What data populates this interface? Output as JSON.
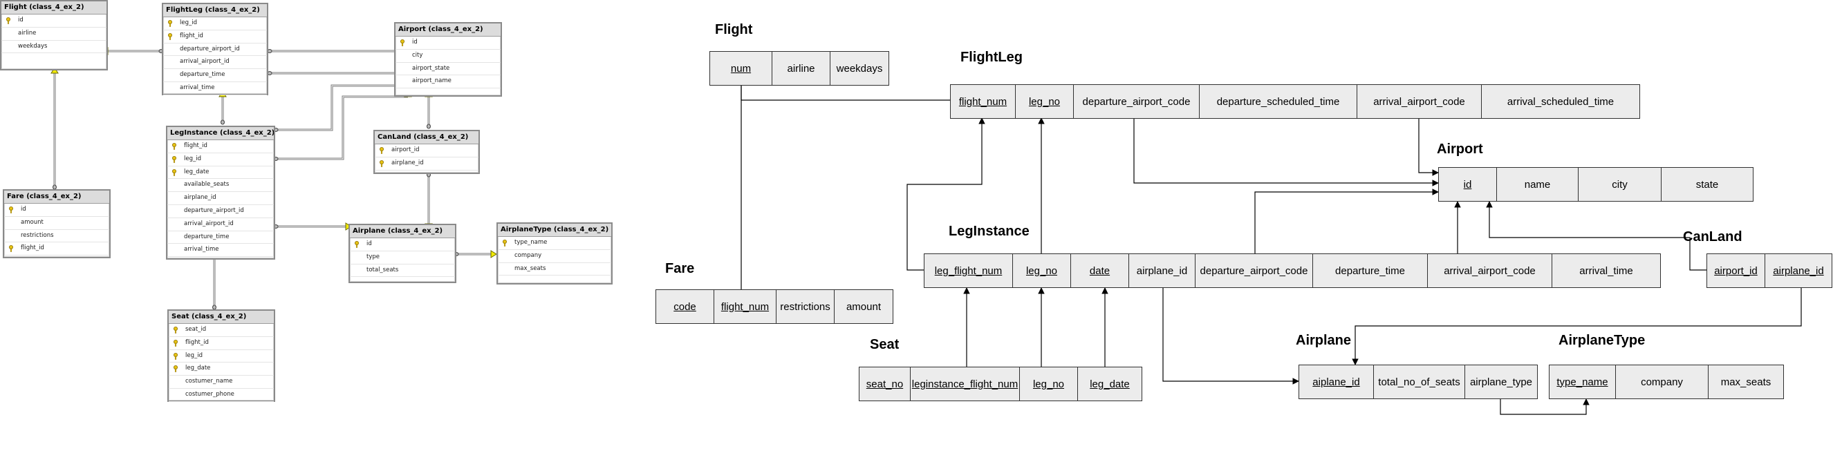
{
  "left_diagram": {
    "tables": {
      "flight": {
        "title": "Flight (class_4_ex_2)",
        "rows": [
          {
            "name": "id",
            "key": true
          },
          {
            "name": "airline",
            "key": false
          },
          {
            "name": "weekdays",
            "key": false
          }
        ]
      },
      "flightleg": {
        "title": "FlightLeg (class_4_ex_2)",
        "rows": [
          {
            "name": "leg_id",
            "key": true
          },
          {
            "name": "flight_id",
            "key": true
          },
          {
            "name": "departure_airport_id",
            "key": false
          },
          {
            "name": "arrival_airport_id",
            "key": false
          },
          {
            "name": "departure_time",
            "key": false
          },
          {
            "name": "arrival_time",
            "key": false
          }
        ]
      },
      "airport": {
        "title": "Airport (class_4_ex_2)",
        "rows": [
          {
            "name": "id",
            "key": true
          },
          {
            "name": "city",
            "key": false
          },
          {
            "name": "airport_state",
            "key": false
          },
          {
            "name": "airport_name",
            "key": false
          }
        ]
      },
      "fare": {
        "title": "Fare (class_4_ex_2)",
        "rows": [
          {
            "name": "id",
            "key": true
          },
          {
            "name": "amount",
            "key": false
          },
          {
            "name": "restrictions",
            "key": false
          },
          {
            "name": "flight_id",
            "key": true
          }
        ]
      },
      "leginstance": {
        "title": "LegInstance (class_4_ex_2)",
        "rows": [
          {
            "name": "flight_id",
            "key": true
          },
          {
            "name": "leg_id",
            "key": true
          },
          {
            "name": "leg_date",
            "key": true
          },
          {
            "name": "available_seats",
            "key": false
          },
          {
            "name": "airplane_id",
            "key": false
          },
          {
            "name": "departure_airport_id",
            "key": false
          },
          {
            "name": "arrival_airport_id",
            "key": false
          },
          {
            "name": "departure_time",
            "key": false
          },
          {
            "name": "arrival_time",
            "key": false
          }
        ]
      },
      "canland": {
        "title": "CanLand (class_4_ex_2)",
        "rows": [
          {
            "name": "airport_id",
            "key": true
          },
          {
            "name": "airplane_id",
            "key": true
          }
        ]
      },
      "airplane": {
        "title": "Airplane (class_4_ex_2)",
        "rows": [
          {
            "name": "id",
            "key": true
          },
          {
            "name": "type",
            "key": false
          },
          {
            "name": "total_seats",
            "key": false
          }
        ]
      },
      "airplanetype": {
        "title": "AirplaneType (class_4_ex_2)",
        "rows": [
          {
            "name": "type_name",
            "key": true
          },
          {
            "name": "company",
            "key": false
          },
          {
            "name": "max_seats",
            "key": false
          }
        ]
      },
      "seat": {
        "title": "Seat (class_4_ex_2)",
        "rows": [
          {
            "name": "seat_id",
            "key": true
          },
          {
            "name": "flight_id",
            "key": true
          },
          {
            "name": "leg_id",
            "key": true
          },
          {
            "name": "leg_date",
            "key": true
          },
          {
            "name": "costumer_name",
            "key": false
          },
          {
            "name": "costumer_phone",
            "key": false
          }
        ]
      }
    }
  },
  "right_diagram": {
    "relations": {
      "flight": {
        "name": "Flight",
        "attrs": [
          {
            "text": "num",
            "pk": true
          },
          {
            "text": "airline",
            "pk": false
          },
          {
            "text": "weekdays",
            "pk": false
          }
        ]
      },
      "flightleg": {
        "name": "FlightLeg",
        "attrs": [
          {
            "text": "flight_num",
            "pk": true
          },
          {
            "text": "leg_no",
            "pk": true
          },
          {
            "text": "departure_airport_code",
            "pk": false
          },
          {
            "text": "departure_scheduled_time",
            "pk": false
          },
          {
            "text": "arrival_airport_code",
            "pk": false
          },
          {
            "text": "arrival_scheduled_time",
            "pk": false
          }
        ]
      },
      "airport": {
        "name": "Airport",
        "attrs": [
          {
            "text": "id",
            "pk": true
          },
          {
            "text": "name",
            "pk": false
          },
          {
            "text": "city",
            "pk": false
          },
          {
            "text": "state",
            "pk": false
          }
        ]
      },
      "leginstance": {
        "name": "LegInstance",
        "attrs": [
          {
            "text": "leg_flight_num",
            "pk": true
          },
          {
            "text": "leg_no",
            "pk": true
          },
          {
            "text": "date",
            "pk": true
          },
          {
            "text": "airplane_id",
            "pk": false
          },
          {
            "text": "departure_airport_code",
            "pk": false
          },
          {
            "text": "departure_time",
            "pk": false
          },
          {
            "text": "arrival_airport_code",
            "pk": false
          },
          {
            "text": "arrival_time",
            "pk": false
          }
        ]
      },
      "fare": {
        "name": "Fare",
        "attrs": [
          {
            "text": "code",
            "pk": true
          },
          {
            "text": "flight_num",
            "pk": true
          },
          {
            "text": "restrictions",
            "pk": false
          },
          {
            "text": "amount",
            "pk": false
          }
        ]
      },
      "canland": {
        "name": "CanLand",
        "attrs": [
          {
            "text": "airport_id",
            "pk": true
          },
          {
            "text": "airplane_id",
            "pk": true
          }
        ]
      },
      "seat": {
        "name": "Seat",
        "attrs": [
          {
            "text": "seat_no",
            "pk": true
          },
          {
            "text": "leginstance_flight_num",
            "pk": true
          },
          {
            "text": "leg_no",
            "pk": true
          },
          {
            "text": "leg_date",
            "pk": true
          }
        ]
      },
      "airplane": {
        "name": "Airplane",
        "attrs": [
          {
            "text": "aiplane_id",
            "pk": true
          },
          {
            "text": "total_no_of_seats",
            "pk": false
          },
          {
            "text": "airplane_type",
            "pk": false
          }
        ]
      },
      "airplanetype": {
        "name": "AirplaneType",
        "attrs": [
          {
            "text": "type_name",
            "pk": true
          },
          {
            "text": "company",
            "pk": false
          },
          {
            "text": "max_seats",
            "pk": false
          }
        ]
      }
    }
  },
  "colors": {
    "key_icon": "#e8c414",
    "relationship_end": "#f2ea00",
    "table_header": "#dcdcdc",
    "schema_cell": "#ececec"
  }
}
